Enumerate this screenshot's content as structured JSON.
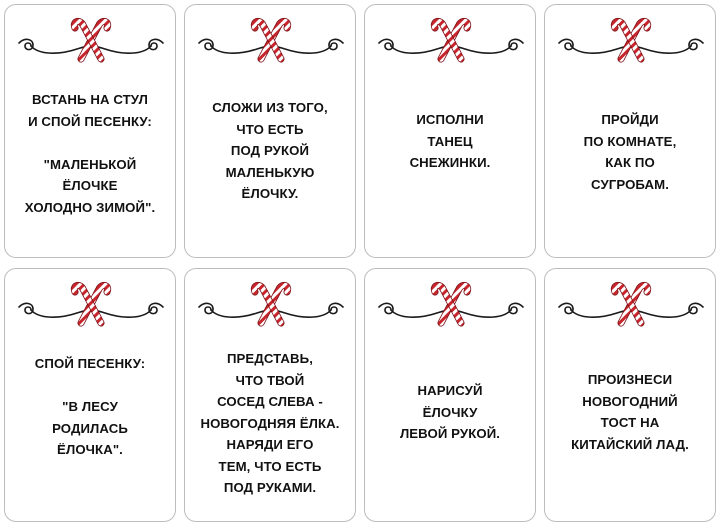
{
  "cards": [
    {
      "lines": [
        "ВСТАНЬ НА СТУЛ",
        "И СПОЙ ПЕСЕНКУ:",
        "",
        "\"МАЛЕНЬКОЙ",
        "ЁЛОЧКЕ",
        "ХОЛОДНО ЗИМОЙ\"."
      ]
    },
    {
      "lines": [
        "СЛОЖИ ИЗ ТОГО,",
        "ЧТО ЕСТЬ",
        "ПОД РУКОЙ",
        "МАЛЕНЬКУЮ",
        "ЁЛОЧКУ."
      ]
    },
    {
      "lines": [
        "ИСПОЛНИ",
        "ТАНЕЦ",
        "СНЕЖИНКИ."
      ]
    },
    {
      "lines": [
        "ПРОЙДИ",
        "ПО КОМНАТЕ,",
        "КАК ПО",
        "СУГРОБАМ."
      ]
    },
    {
      "lines": [
        "СПОЙ ПЕСЕНКУ:",
        "",
        "\"В ЛЕСУ",
        "РОДИЛАСЬ",
        "ЁЛОЧКА\"."
      ]
    },
    {
      "lines": [
        "ПРЕДСТАВЬ,",
        "ЧТО ТВОЙ",
        "СОСЕД СЛЕВА -",
        "НОВОГОДНЯЯ ЁЛКА.",
        "НАРЯДИ ЕГО",
        "ТЕМ, ЧТО ЕСТЬ",
        "ПОД РУКАМИ."
      ]
    },
    {
      "lines": [
        "НАРИСУЙ",
        "ЁЛОЧКУ",
        "ЛЕВОЙ РУКОЙ."
      ]
    },
    {
      "lines": [
        "ПРОИЗНЕСИ",
        "НОВОГОДНИЙ",
        "ТОСТ НА",
        "КИТАЙСКИЙ ЛАД."
      ]
    }
  ],
  "ornament_icon": "candy-cane-icon",
  "colors": {
    "cane_red": "#c8242c",
    "line": "#1a1a1a",
    "border": "#bdbdbd"
  }
}
